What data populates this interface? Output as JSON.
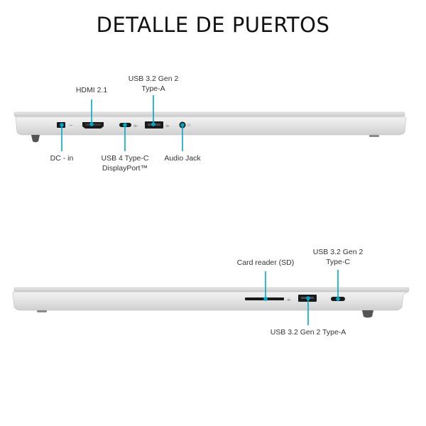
{
  "title": "DETALLE DE PUERTOS",
  "accent_color": "#00a9c9",
  "left_side": {
    "labels": {
      "hdmi": "HDMI 2.1",
      "usb_a_line1": "USB 3.2 Gen 2",
      "usb_a_line2": "Type-A",
      "dc_in": "DC - in",
      "usb4_line1": "USB 4 Type-C",
      "usb4_line2": "DisplayPort™",
      "audio": "Audio Jack"
    }
  },
  "right_side": {
    "labels": {
      "card_reader": "Card reader (SD)",
      "usb_c_line1": "USB 3.2 Gen 2",
      "usb_c_line2": "Type-C",
      "usb_a": "USB 3.2 Gen 2 Type-A"
    }
  }
}
